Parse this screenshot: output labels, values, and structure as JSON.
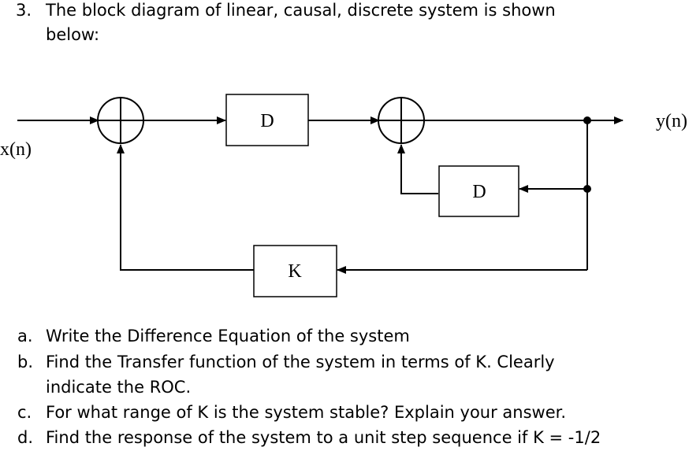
{
  "question": {
    "number": "3.",
    "line1": "The block diagram of linear, causal, discrete system is shown",
    "line2": "below:"
  },
  "diagram": {
    "input_label": "x(n)",
    "output_label": "y(n)",
    "delay1_label": "D",
    "delay2_label": "D",
    "gain_label": "K"
  },
  "parts": [
    {
      "letter": "a.",
      "text": "Write the Difference Equation of the system"
    },
    {
      "letter": "b.",
      "text": "Find the Transfer function of the system in terms of K. Clearly",
      "text2": "indicate the ROC."
    },
    {
      "letter": "c.",
      "text": "For what range of K is the system stable? Explain your answer."
    },
    {
      "letter": "d.",
      "text": "Find the response of the system to a unit step sequence if K = -1/2"
    }
  ]
}
